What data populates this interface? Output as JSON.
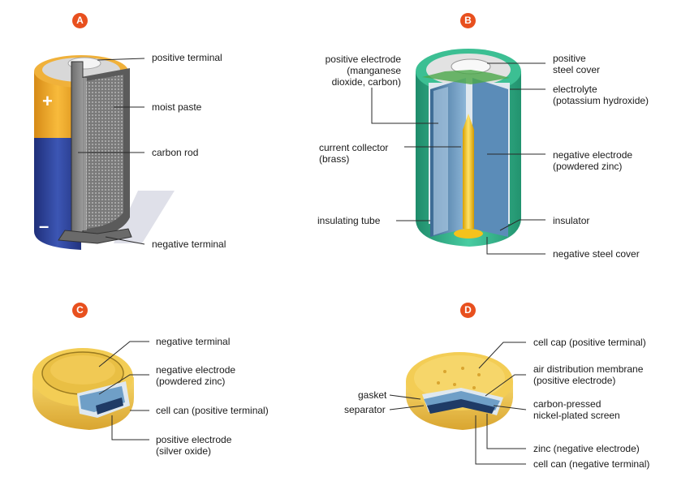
{
  "panels": {
    "a": {
      "badge": "A",
      "labels": {
        "positive_terminal": "positive terminal",
        "moist_paste": "moist paste",
        "carbon_rod": "carbon rod",
        "negative_terminal": "negative terminal"
      },
      "plus_sign": "+",
      "minus_sign": "–"
    },
    "b": {
      "badge": "B",
      "labels": {
        "positive_electrode": [
          "positive electrode",
          "(manganese",
          "dioxide, carbon)"
        ],
        "positive_steel_cover": [
          "positive",
          "steel cover"
        ],
        "electrolyte": [
          "electrolyte",
          "(potassium hydroxide)"
        ],
        "current_collector": [
          "current collector",
          "(brass)"
        ],
        "negative_electrode": [
          "negative electrode",
          "(powdered zinc)"
        ],
        "insulating_tube": "insulating tube",
        "insulator": "insulator",
        "negative_steel_cover": "negative steel cover"
      }
    },
    "c": {
      "badge": "C",
      "labels": {
        "negative_terminal": "negative terminal",
        "negative_electrode": [
          "negative electrode",
          "(powdered zinc)"
        ],
        "cell_can": "cell can (positive terminal)",
        "positive_electrode": [
          "positive electrode",
          "(silver oxide)"
        ]
      }
    },
    "d": {
      "badge": "D",
      "labels": {
        "cell_cap": "cell cap (positive terminal)",
        "air_membrane": [
          "air distribution membrane",
          "(positive electrode)"
        ],
        "gasket": "gasket",
        "separator": "separator",
        "carbon_screen": [
          "carbon-pressed",
          "nickel-plated screen"
        ],
        "zinc": "zinc (negative electrode)",
        "cell_can": "cell can (negative terminal)"
      }
    }
  },
  "colors": {
    "badge": "#e8501e",
    "battery_a_gold": "#f2a629",
    "battery_a_blue": "#2d3f8f",
    "battery_b_green": "#3bbf95",
    "button_yellow": "#f3cd55",
    "electrode_blue": "#6f9fc7",
    "rod_gold": "#f5c21c"
  }
}
